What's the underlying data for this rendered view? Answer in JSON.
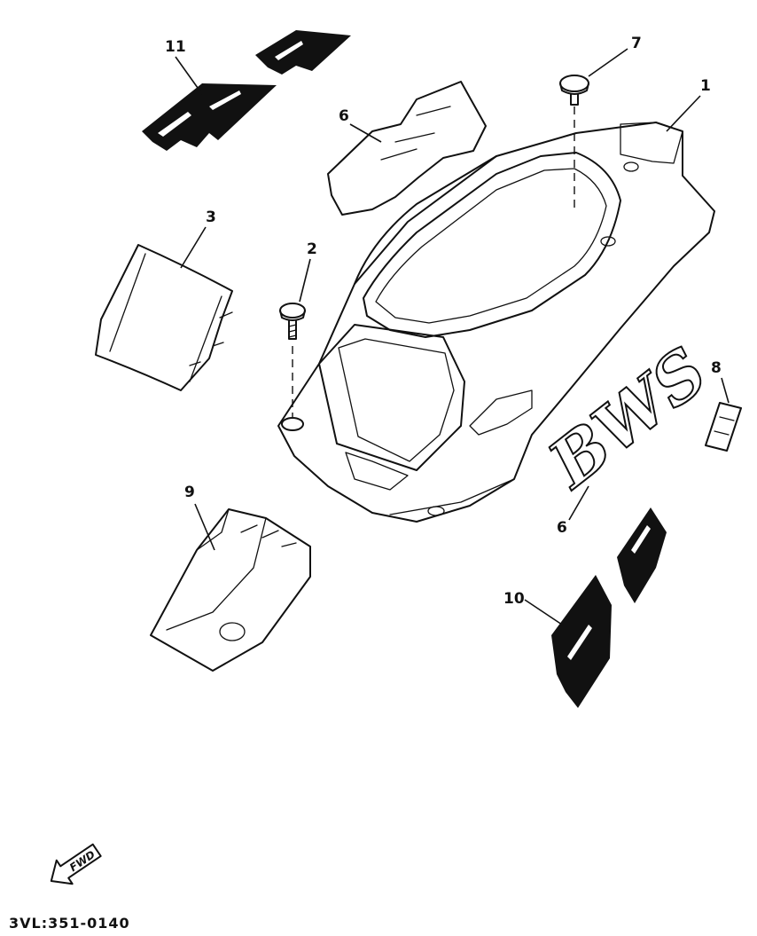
{
  "diagram": {
    "callouts": {
      "c1": "1",
      "c2": "2",
      "c3": "3",
      "c6a": "6",
      "c6b": "6",
      "c7": "7",
      "c8": "8",
      "c9": "9",
      "c10": "10",
      "c11": "11"
    },
    "decal_text": "BWS",
    "fwd_arrow_text": "FWD",
    "part_code": "3VL:351-0140"
  }
}
